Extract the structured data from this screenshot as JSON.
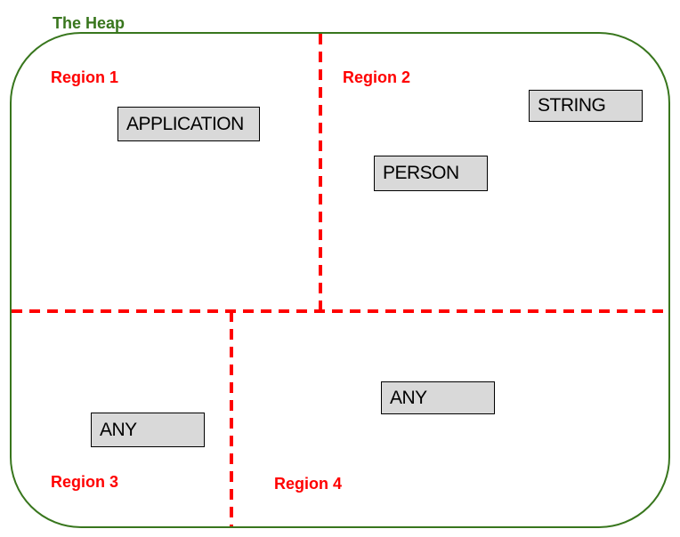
{
  "title": {
    "label": "The Heap"
  },
  "regions": [
    {
      "label": "Region 1"
    },
    {
      "label": "Region 2"
    },
    {
      "label": "Region 3"
    },
    {
      "label": "Region 4"
    }
  ],
  "boxes": [
    {
      "label": "APPLICATION",
      "region": "Region 1"
    },
    {
      "label": "STRING",
      "region": "Region 2"
    },
    {
      "label": "PERSON",
      "region": "Region 2"
    },
    {
      "label": "ANY",
      "region": "Region 3"
    },
    {
      "label": "ANY",
      "region": "Region 4"
    }
  ],
  "colors": {
    "green": "#38761d",
    "red": "#ff0000",
    "box-fill": "#d9d9d9",
    "box-border": "#000000",
    "text": "#000000",
    "bg": "#ffffff"
  }
}
